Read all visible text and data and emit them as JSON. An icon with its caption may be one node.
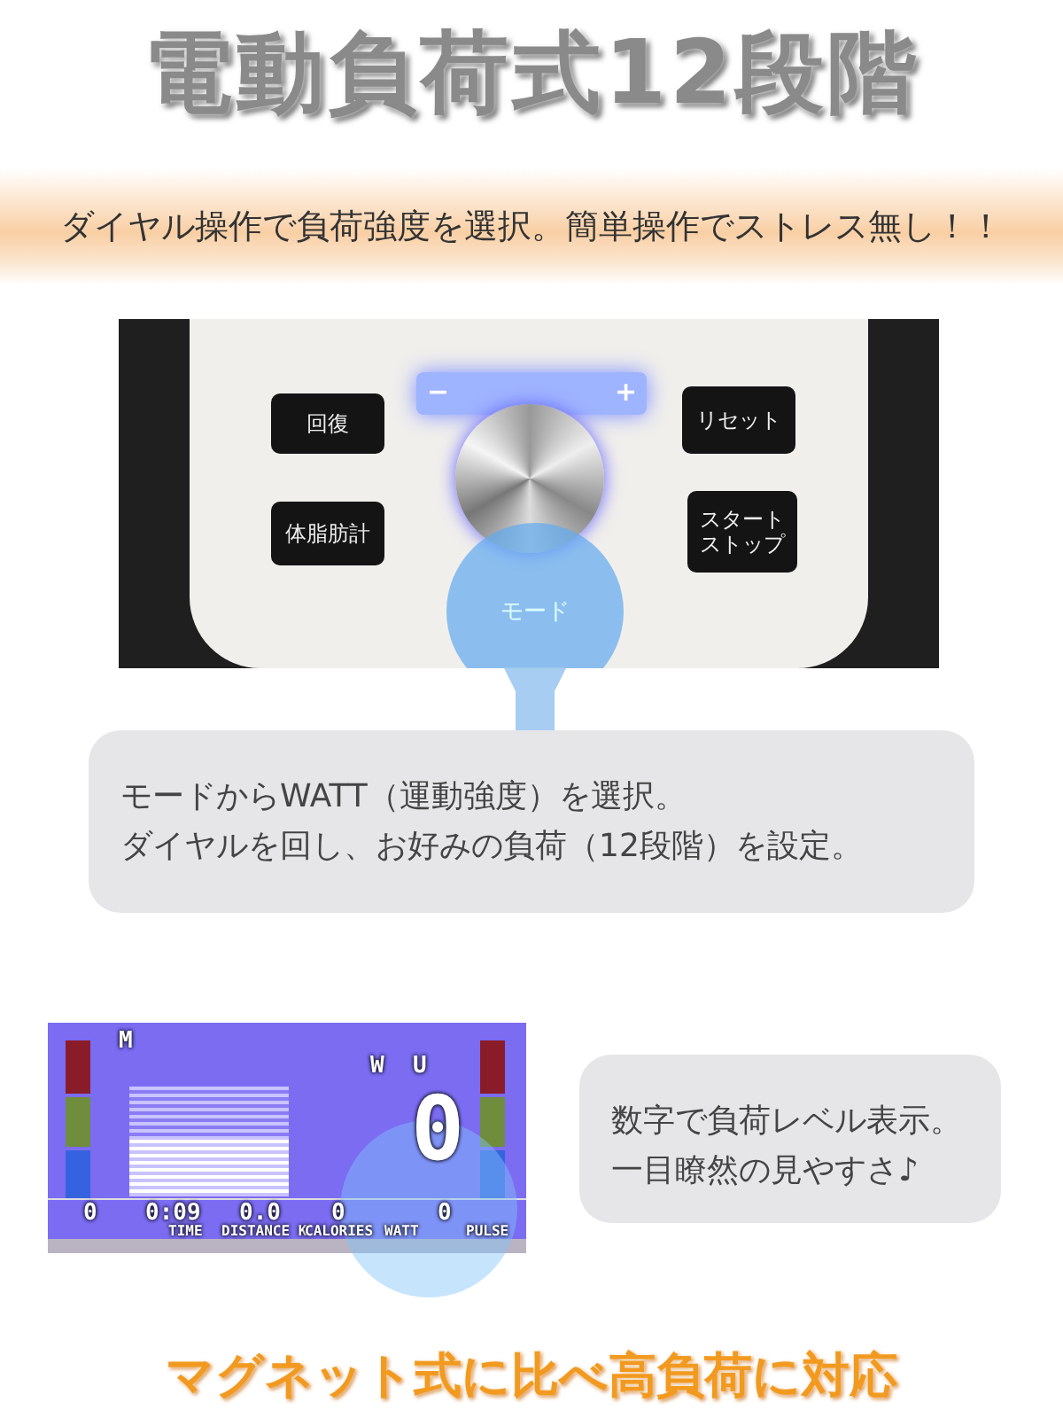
{
  "diagram": {
    "title": "電動負荷式12段階",
    "nodes": [
      {
        "text": [
          "ダイヤル操作で負荷強度を選択。簡単操作でストレス無し！！"
        ]
      },
      {
        "text": [],
        "shape": "picture"
      },
      {
        "text": [
          "回復"
        ],
        "in": 1
      },
      {
        "text": [
          "体脂肪計"
        ],
        "in": 1
      },
      {
        "text": [
          "リセット"
        ],
        "in": 1
      },
      {
        "text": [
          "スタートストップ"
        ],
        "in": 1
      },
      {
        "text": [],
        "shape": "circle",
        "in": 1
      },
      {
        "text": [
          "モード"
        ],
        "in": 1
      },
      {
        "text": [
          "モードからWATT（運動強度）を選択。",
          "ダイヤルを回し、お好みの負荷（12段階）を設定。"
        ]
      },
      {
        "text": [],
        "shape": "picture"
      },
      {
        "text": [
          "数字で負荷レベル表示。",
          "一目瞭然の見やすさ♪"
        ]
      }
    ],
    "edges": [
      {
        "from": 7,
        "to": 8,
        "arrow": "to"
      }
    ],
    "labels": [
      "−",
      "+",
      "M",
      "W",
      "U",
      "0",
      "0",
      "0:09",
      "0.0",
      "0",
      "0",
      "TIME",
      "DISTANCE K",
      "CALORIES",
      "WATT",
      "PULSE"
    ],
    "caption": "マグネット式に比べ高負荷に対応"
  }
}
